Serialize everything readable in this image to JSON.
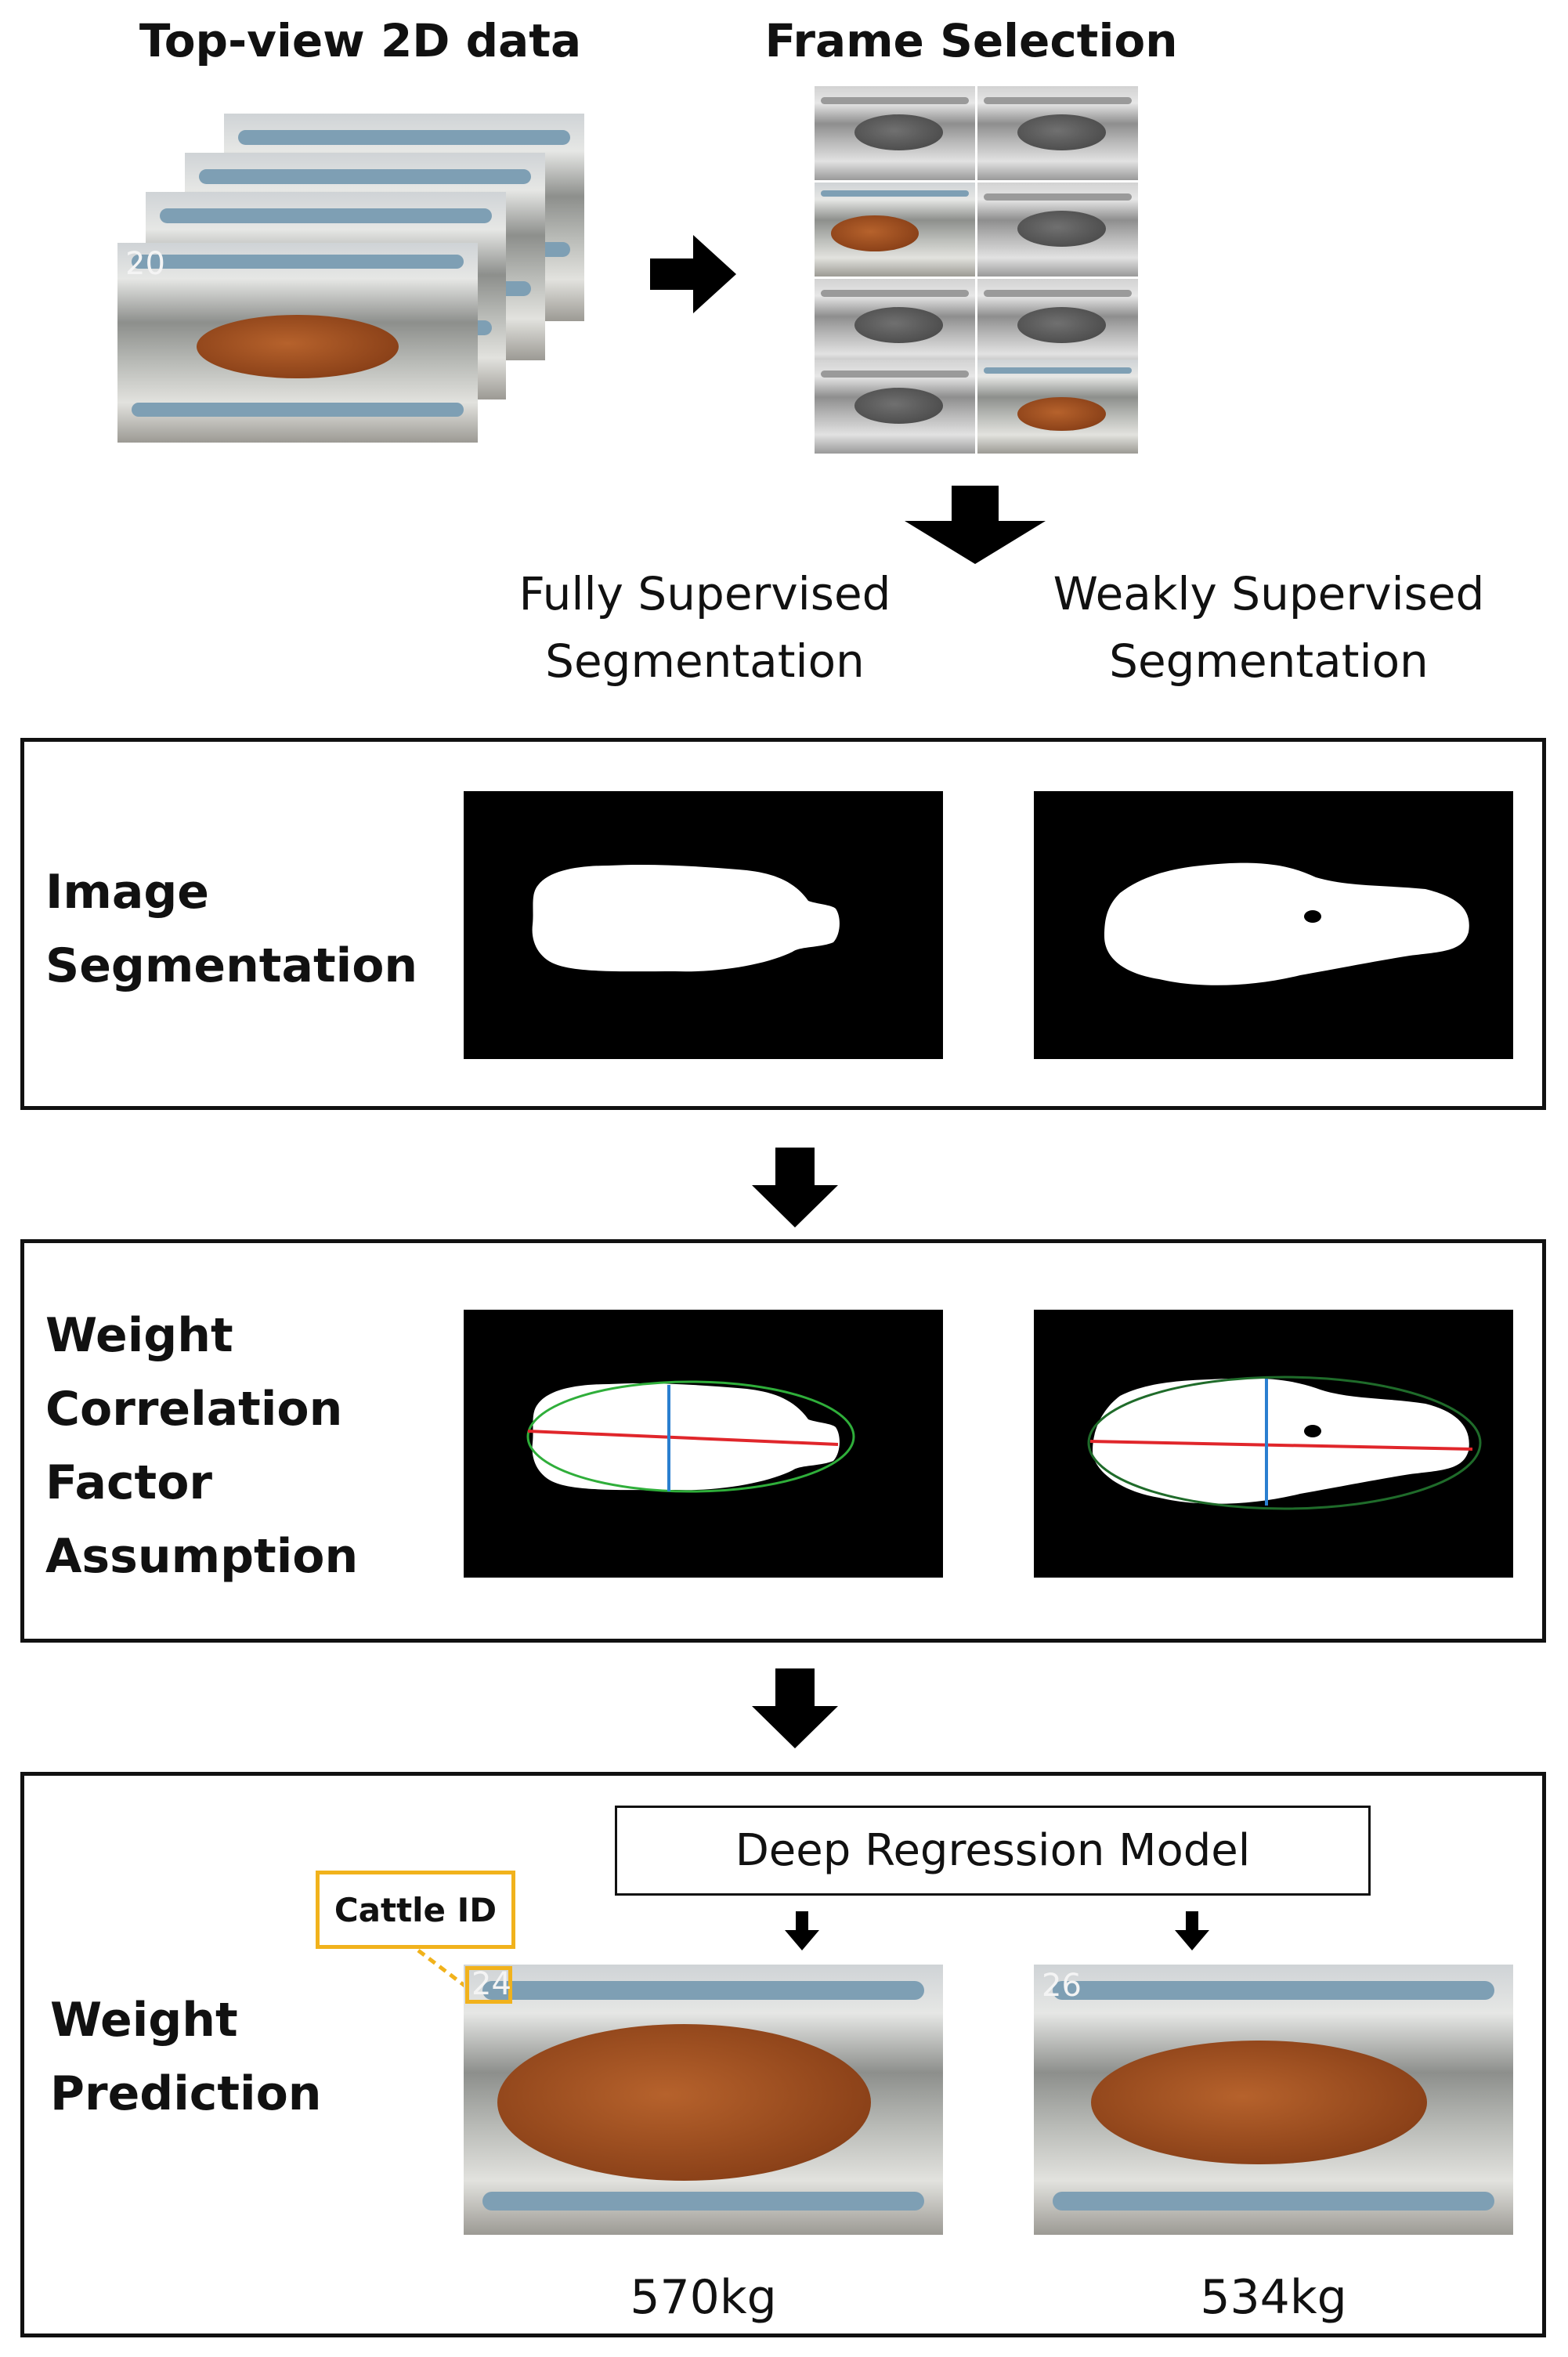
{
  "header": {
    "left_title": "Top-view 2D data",
    "right_title": "Frame Selection"
  },
  "branches": {
    "fully": "Fully Supervised Segmentation",
    "weakly": "Weakly Supervised Segmentation"
  },
  "stages": [
    {
      "title": "Image Segmentation"
    },
    {
      "title": "Weight Correlation Factor Assumption"
    },
    {
      "title": "Weight Prediction"
    }
  ],
  "model": {
    "label": "Deep Regression Model"
  },
  "callout": {
    "label": "Cattle ID"
  },
  "photos": {
    "left_id": "24",
    "right_id": "26",
    "stack_id": "20"
  },
  "predictions": {
    "left": "570kg",
    "right": "534kg"
  },
  "colors": {
    "major_axis": "#e0262b",
    "minor_axis": "#2a7fd0",
    "ellipse": "#2fae3a",
    "callout": "#f1b21c",
    "cattle": "#9a4a1e"
  }
}
